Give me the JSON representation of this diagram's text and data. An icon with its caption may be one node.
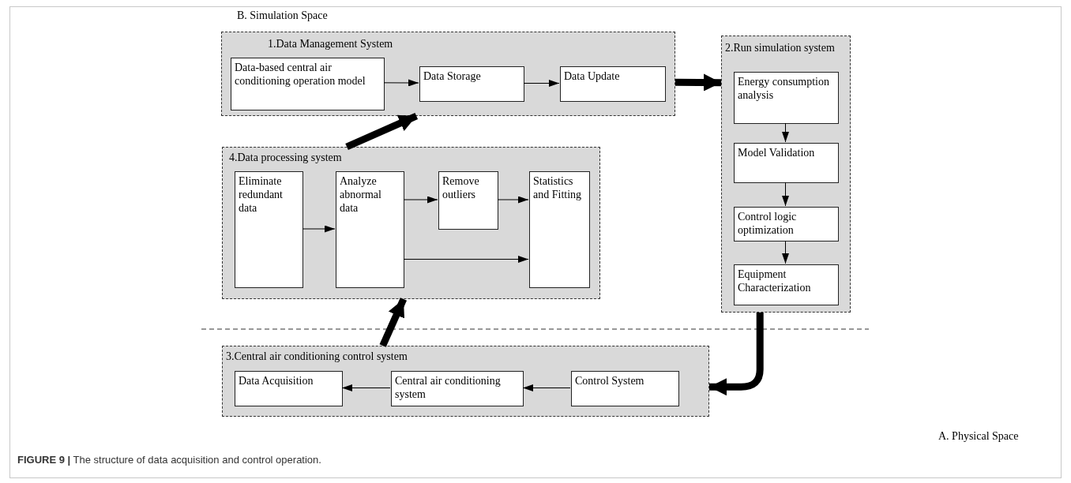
{
  "diagram": {
    "caption": "**FIGURE 9 |** The structure of data acquisition and control operation.",
    "nodes": [
      {
        "text": [
          "1.Data Management System"
        ]
      },
      {
        "text": [
          "Data-based central air conditioning operation model"
        ],
        "in": 0
      },
      {
        "text": [
          "Data Storage"
        ],
        "in": 0
      },
      {
        "text": [
          "Data Update"
        ],
        "in": 0
      },
      {
        "text": [
          "2.Run simulation system"
        ]
      },
      {
        "text": [
          "Energy consumption analysis"
        ],
        "in": 4
      },
      {
        "text": [
          "Model Validation"
        ],
        "in": 4
      },
      {
        "text": [
          "Control logic optimization"
        ],
        "in": 4
      },
      {
        "text": [
          "Equipment Characterization"
        ],
        "in": 4
      },
      {
        "text": [
          "4.Data processing system"
        ]
      },
      {
        "text": [
          "Eliminate redundant data"
        ],
        "in": 9
      },
      {
        "text": [
          "Analyze abnormal data"
        ],
        "in": 9
      },
      {
        "text": [
          "Remove outliers"
        ],
        "in": 9
      },
      {
        "text": [
          "Statistics and Fitting"
        ],
        "in": 9
      },
      {
        "text": [
          "3.Central air conditioning control system"
        ]
      },
      {
        "text": [
          "Data Acquisition"
        ],
        "in": 14
      },
      {
        "text": [
          "Central air conditioning system"
        ],
        "in": 14
      },
      {
        "text": [
          "Control System"
        ],
        "in": 14
      }
    ],
    "edges": [
      {
        "from": 1,
        "to": 2,
        "arrow": "to"
      },
      {
        "from": 2,
        "to": 3,
        "arrow": "to"
      },
      {
        "from": 0,
        "to": 4,
        "arrow": "to",
        "style": "thick"
      },
      {
        "from": 5,
        "to": 6,
        "arrow": "to"
      },
      {
        "from": 6,
        "to": 7,
        "arrow": "to"
      },
      {
        "from": 7,
        "to": 8,
        "arrow": "to"
      },
      {
        "from": 10,
        "to": 11,
        "arrow": "to"
      },
      {
        "from": 11,
        "to": 12,
        "arrow": "to"
      },
      {
        "from": 12,
        "to": 13,
        "arrow": "to"
      },
      {
        "from": 11,
        "to": 13,
        "arrow": "to"
      },
      {
        "from": 9,
        "to": 0,
        "arrow": "to",
        "style": "thick"
      },
      {
        "from": 14,
        "to": 9,
        "arrow": "to",
        "style": "thick"
      },
      {
        "from": 4,
        "to": 14,
        "arrow": "to",
        "style": "thick"
      },
      {
        "from": 17,
        "to": 16,
        "arrow": "to"
      },
      {
        "from": 16,
        "to": 15,
        "arrow": "to"
      }
    ],
    "labels": [
      "B. Simulation Space",
      "A. Physical Space"
    ]
  }
}
